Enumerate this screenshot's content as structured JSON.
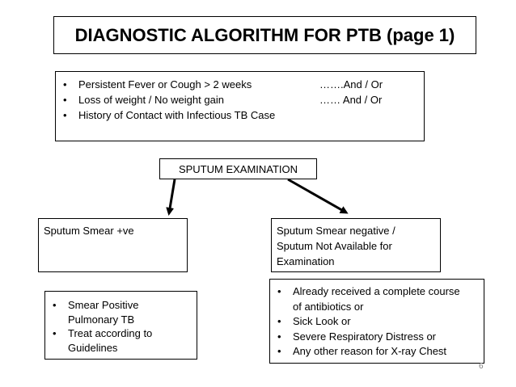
{
  "title": "DIAGNOSTIC ALGORITHM FOR PTB (page 1)",
  "criteria": [
    {
      "text": "Persistent Fever or Cough  > 2 weeks",
      "condition": "…….And / Or"
    },
    {
      "text": "Loss of weight / No weight gain",
      "condition": "…… And / Or"
    },
    {
      "text": "History of Contact with Infectious TB Case",
      "condition": ""
    }
  ],
  "sputum_exam": "SPUTUM EXAMINATION",
  "smear_positive": "Sputum Smear +ve",
  "smear_negative": [
    "Sputum Smear negative /",
    "Sputum Not Available for",
    "Examination"
  ],
  "positive_actions": [
    [
      "Smear Positive",
      "Pulmonary TB"
    ],
    [
      "Treat according to",
      "Guidelines"
    ]
  ],
  "negative_reasons": [
    [
      "Already received a complete course",
      "of antibiotics or"
    ],
    [
      "Sick Look or"
    ],
    [
      "Severe Respiratory Distress or"
    ],
    [
      "Any other reason for X-ray Chest"
    ]
  ],
  "bullet": "•",
  "page_number": "6"
}
